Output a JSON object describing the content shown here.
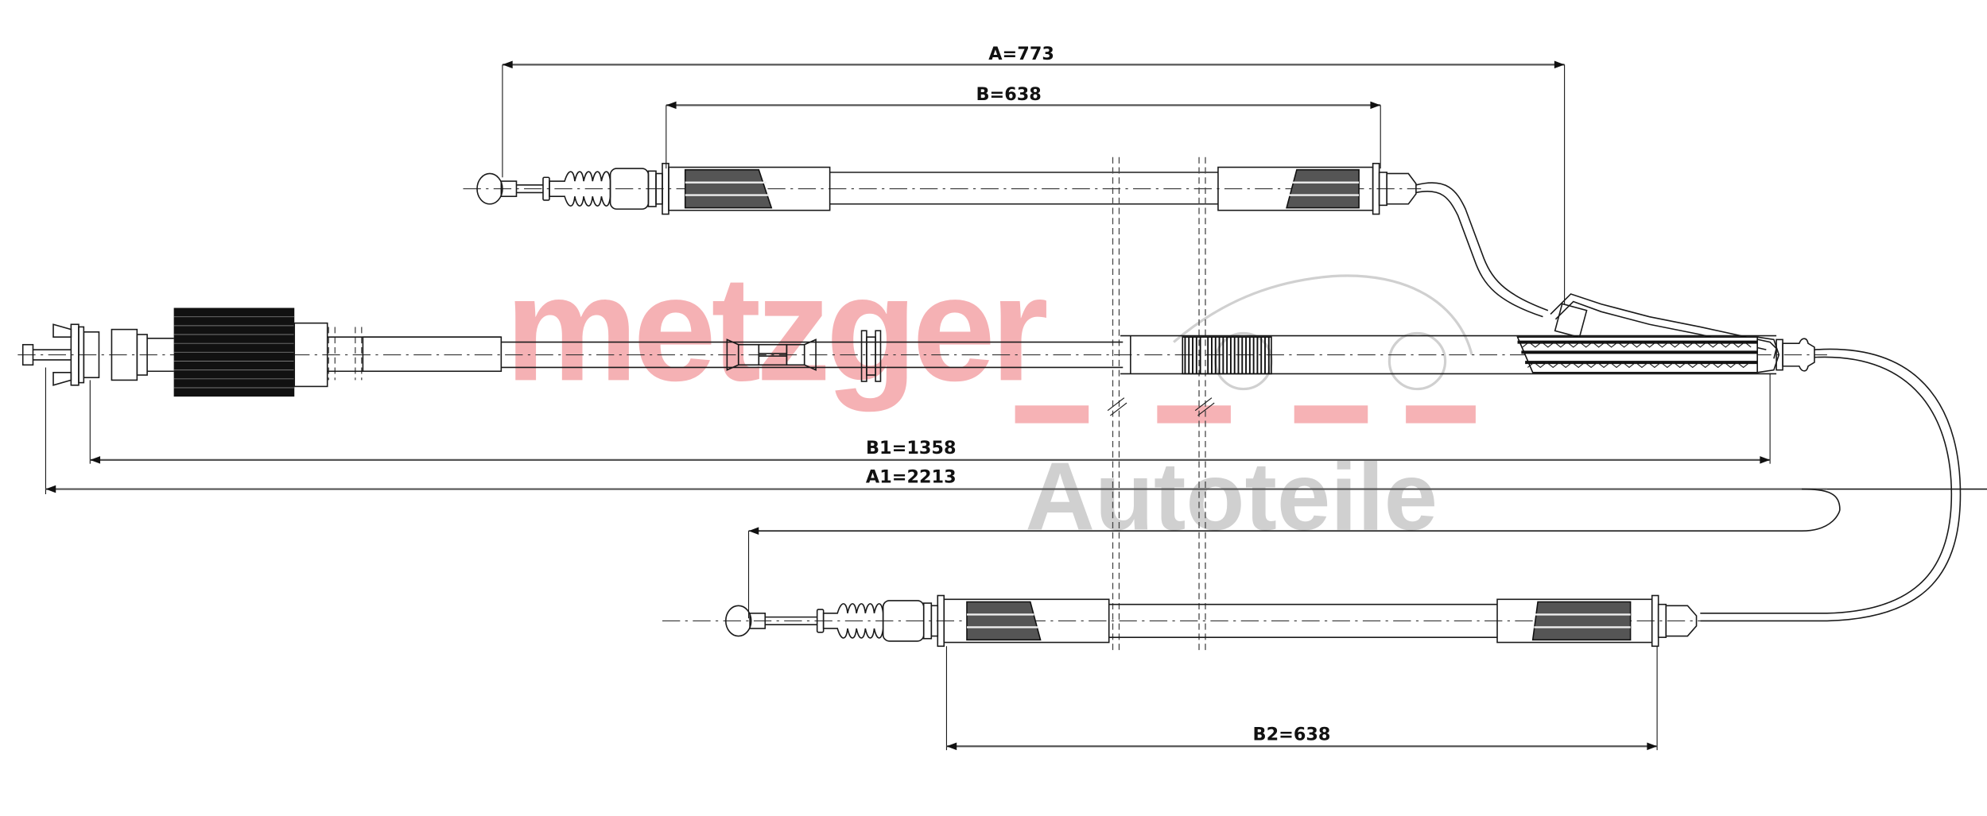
{
  "drawing": {
    "type": "parking brake cable technical drawing",
    "watermark": {
      "brand": "metzger",
      "sub": "Autoteile",
      "brand_color": "#f4a4a8",
      "sub_color": "#c8c8c8"
    },
    "dimensions": {
      "A": "A=773",
      "B": "B=638",
      "B1": "B1=1358",
      "A1": "A1=2213",
      "B2": "B2=638"
    },
    "colors": {
      "line": "#1a1a1a",
      "dimension_line": "#555555",
      "background": "#ffffff"
    }
  }
}
